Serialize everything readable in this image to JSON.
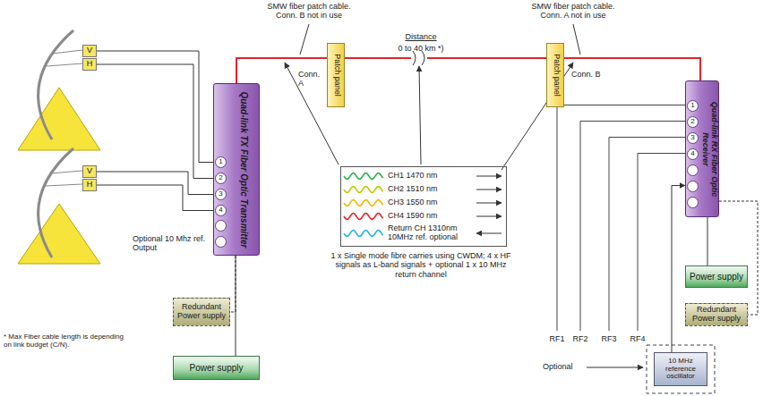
{
  "diagram": {
    "nodes": [
      {
        "text": [
          "V"
        ]
      },
      {
        "text": [
          "H"
        ]
      },
      {
        "text": [
          "V"
        ]
      },
      {
        "text": [
          "H"
        ]
      },
      {
        "text": [
          "Quad-link TX Fiber Optic Transmitter"
        ]
      },
      {
        "text": [
          "1"
        ],
        "in": 4
      },
      {
        "text": [
          "2"
        ],
        "in": 4
      },
      {
        "text": [
          "3"
        ],
        "in": 4
      },
      {
        "text": [
          "4"
        ],
        "in": 4
      },
      {
        "text": [
          "Patch panel"
        ]
      },
      {
        "text": [
          "Patch panel"
        ]
      },
      {
        "text": [
          "Quad-link RX Fiber Optic Receiver"
        ]
      },
      {
        "text": [
          "1"
        ],
        "in": 11
      },
      {
        "text": [
          "2"
        ],
        "in": 11
      },
      {
        "text": [
          "3"
        ],
        "in": 11
      },
      {
        "text": [
          "4"
        ],
        "in": 11
      },
      {
        "text": [
          "CH1 1470 nm",
          "CH2 1510 nm",
          "CH3 1550 nm",
          "CH4 1590 nm",
          "Return CH 1310nm 10MHz ref. optional"
        ]
      },
      {
        "text": [
          "Power supply"
        ]
      },
      {
        "text": [
          "Redundant Power supply"
        ]
      },
      {
        "text": [
          "Power supply"
        ]
      },
      {
        "text": [
          "Redundant Power supply"
        ]
      },
      {
        "text": [
          "10 MHz reference oscillator"
        ]
      }
    ],
    "edges": [
      {
        "from": 0,
        "to": 5,
        "arrow": "none"
      },
      {
        "from": 1,
        "to": 6,
        "arrow": "none"
      },
      {
        "from": 2,
        "to": 7,
        "arrow": "none"
      },
      {
        "from": 3,
        "to": 8,
        "arrow": "none"
      },
      {
        "from": 4,
        "to": 9,
        "arrow": "none"
      },
      {
        "from": 9,
        "to": 10,
        "arrow": "none"
      },
      {
        "from": 10,
        "to": 11,
        "arrow": "none"
      },
      {
        "from": 4,
        "to": 17,
        "arrow": "none"
      },
      {
        "from": 4,
        "to": 18,
        "arrow": "none"
      },
      {
        "from": 11,
        "to": 19,
        "arrow": "none"
      },
      {
        "from": 11,
        "to": 20,
        "arrow": "none"
      },
      {
        "from": 21,
        "to": 11,
        "arrow": "to"
      }
    ],
    "labels": [
      "SMW fiber patch cable. Conn. B not in use",
      "SMW fiber patch cable. Conn. A not in use",
      "Distance",
      "0 to 40 km *)",
      "Conn. A",
      "Conn. B",
      "1 x Single mode fibre carries using CWDM; 4 x HF signals as L-band signals + optional 1 x 10 MHz return channel",
      "Optional 10 Mhz ref. Output",
      "* Max Fiber cable length is depending on link budget (C/N).",
      "RF1",
      "RF2",
      "RF3",
      "RF4",
      "Optional"
    ]
  }
}
